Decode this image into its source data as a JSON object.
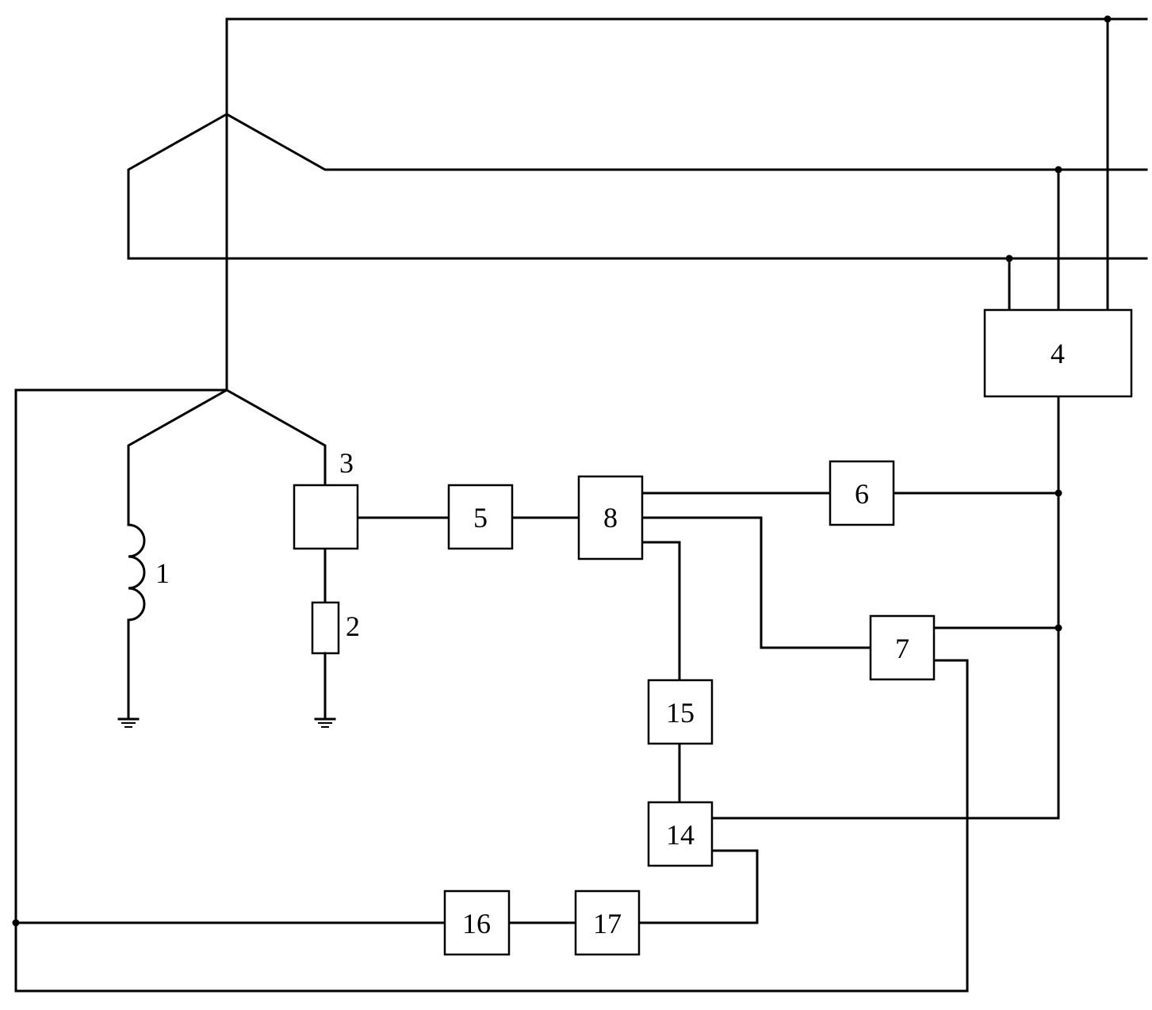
{
  "blocks": {
    "b3": "",
    "b4": "4",
    "b5": "5",
    "b6": "6",
    "b7": "7",
    "b8": "8",
    "b14": "14",
    "b15": "15",
    "b16": "16",
    "b17": "17"
  },
  "labels": {
    "inductor": "1",
    "resistor": "2",
    "sensor": "3"
  }
}
